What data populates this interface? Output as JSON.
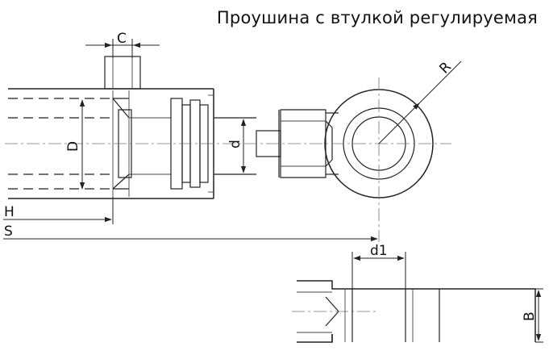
{
  "title": "Проушина с втулкой регулируемая",
  "labels": {
    "c": "C",
    "d_big": "D",
    "d_small": "d",
    "r": "R",
    "h": "H",
    "s": "S",
    "d1": "d1",
    "b": "B"
  }
}
